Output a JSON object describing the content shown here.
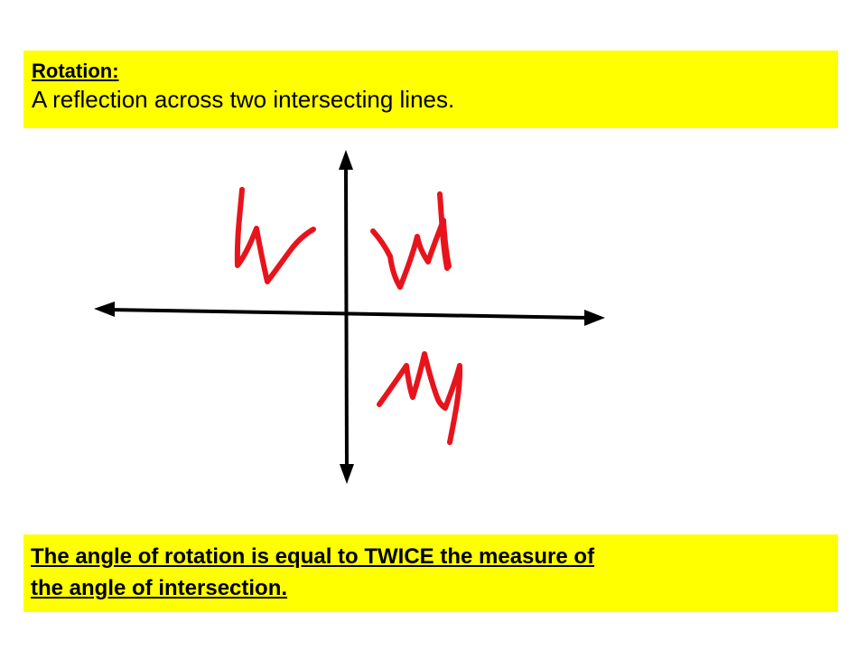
{
  "slide": {
    "title": "Rotation:",
    "description": "A reflection across two intersecting lines.",
    "note_line1": "The angle of rotation is equal to TWICE the measure of",
    "note_line2": "the angle of intersection."
  },
  "diagram": {
    "handwritten_letters": [
      "W",
      "W",
      "M"
    ],
    "colors": {
      "highlight": "#ffff00",
      "axis": "#000000",
      "ink": "#e8141c"
    }
  }
}
